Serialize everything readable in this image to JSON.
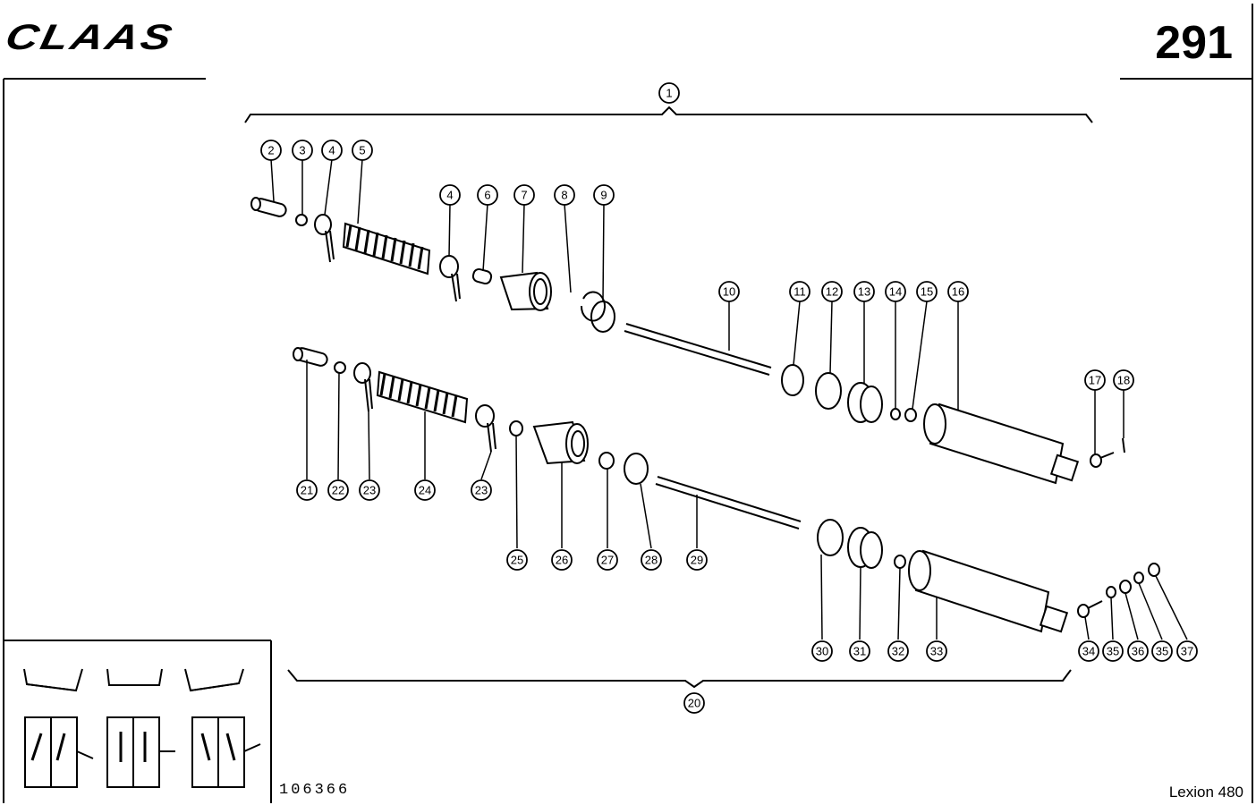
{
  "header": {
    "brand": "CLAAS",
    "page_number": "291"
  },
  "footer": {
    "drawing_number": "106366",
    "model": "Lexion 480"
  },
  "callouts": [
    "1",
    "2",
    "3",
    "4",
    "5",
    "4",
    "6",
    "7",
    "8",
    "9",
    "10",
    "11",
    "12",
    "13",
    "14",
    "15",
    "16",
    "17",
    "18",
    "21",
    "22",
    "23",
    "24",
    "23",
    "25",
    "26",
    "27",
    "28",
    "29",
    "30",
    "31",
    "32",
    "33",
    "34",
    "35",
    "36",
    "35",
    "37",
    "20"
  ]
}
